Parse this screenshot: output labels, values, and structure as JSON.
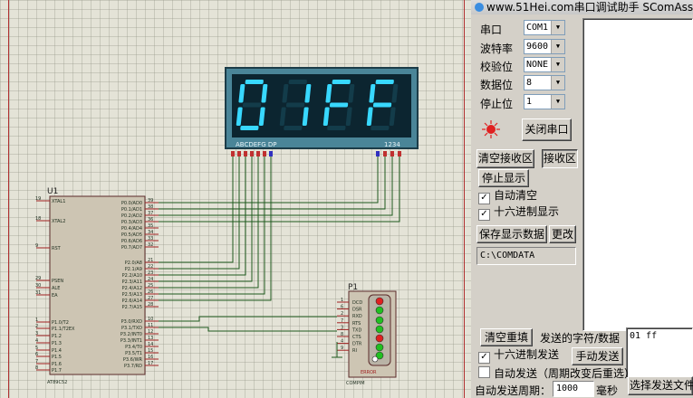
{
  "title_bar": {
    "text": "www.51Hei.com串口调试助手 SComAss"
  },
  "display": {
    "digits": [
      "0",
      "1",
      "F",
      "F"
    ],
    "segment_label": "ABCDEFG DP",
    "digit_label": "1234"
  },
  "mcu": {
    "ref": "U1",
    "part": "AT89C52",
    "left_pins": [
      {
        "num": "19",
        "name": "XTAL1"
      },
      {
        "num": "18",
        "name": "XTAL2"
      },
      {
        "num": "9",
        "name": "RST"
      },
      {
        "num": "29",
        "name": "PSEN"
      },
      {
        "num": "30",
        "name": "ALE"
      },
      {
        "num": "31",
        "name": "EA"
      },
      {
        "num": "1",
        "name": "P1.0/T2"
      },
      {
        "num": "2",
        "name": "P1.1/T2EX"
      },
      {
        "num": "3",
        "name": "P1.2"
      },
      {
        "num": "4",
        "name": "P1.3"
      },
      {
        "num": "5",
        "name": "P1.4"
      },
      {
        "num": "6",
        "name": "P1.5"
      },
      {
        "num": "7",
        "name": "P1.6"
      },
      {
        "num": "8",
        "name": "P1.7"
      }
    ],
    "right_pins": [
      {
        "num": "39",
        "name": "P0.0/AD0"
      },
      {
        "num": "38",
        "name": "P0.1/AD1"
      },
      {
        "num": "37",
        "name": "P0.2/AD2"
      },
      {
        "num": "36",
        "name": "P0.3/AD3"
      },
      {
        "num": "35",
        "name": "P0.4/AD4"
      },
      {
        "num": "34",
        "name": "P0.5/AD5"
      },
      {
        "num": "33",
        "name": "P0.6/AD6"
      },
      {
        "num": "32",
        "name": "P0.7/AD7"
      },
      {
        "num": "21",
        "name": "P2.0/A8"
      },
      {
        "num": "22",
        "name": "P2.1/A9"
      },
      {
        "num": "23",
        "name": "P2.2/A10"
      },
      {
        "num": "24",
        "name": "P2.3/A11"
      },
      {
        "num": "25",
        "name": "P2.4/A12"
      },
      {
        "num": "26",
        "name": "P2.5/A13"
      },
      {
        "num": "27",
        "name": "P2.6/A14"
      },
      {
        "num": "28",
        "name": "P2.7/A15"
      },
      {
        "num": "10",
        "name": "P3.0/RXD"
      },
      {
        "num": "11",
        "name": "P3.1/TXD"
      },
      {
        "num": "12",
        "name": "P3.2/INT0"
      },
      {
        "num": "13",
        "name": "P3.3/INT1"
      },
      {
        "num": "14",
        "name": "P3.4/T0"
      },
      {
        "num": "15",
        "name": "P3.5/T1"
      },
      {
        "num": "16",
        "name": "P3.6/WR"
      },
      {
        "num": "17",
        "name": "P3.7/RD"
      }
    ]
  },
  "compim": {
    "ref": "P1",
    "part": "COMPIM",
    "error_text": "ERROR",
    "pins": [
      {
        "num": "1",
        "name": "DCD"
      },
      {
        "num": "6",
        "name": "DSR"
      },
      {
        "num": "2",
        "name": "RXD"
      },
      {
        "num": "7",
        "name": "RTS"
      },
      {
        "num": "3",
        "name": "TXD"
      },
      {
        "num": "8",
        "name": "CTS"
      },
      {
        "num": "4",
        "name": "DTR"
      },
      {
        "num": "9",
        "name": "RI"
      }
    ]
  },
  "settings": {
    "port": {
      "label": "串口",
      "value": "COM1"
    },
    "baud": {
      "label": "波特率",
      "value": "9600"
    },
    "parity": {
      "label": "校验位",
      "value": "NONE"
    },
    "databits": {
      "label": "数据位",
      "value": "8"
    },
    "stopbits": {
      "label": "停止位",
      "value": "1"
    }
  },
  "buttons": {
    "close_port": "关闭串口",
    "clear_receive": "清空接收区",
    "receive_area": "接收区",
    "stop_display": "停止显示",
    "save_data": "保存显示数据",
    "change": "更改",
    "clear_resend": "清空重填",
    "manual_send": "手动发送",
    "select_file": "选择发送文件"
  },
  "checkboxes": {
    "auto_clear": {
      "label": "自动清空",
      "checked": true
    },
    "hex_display": {
      "label": "十六进制显示",
      "checked": true
    },
    "hex_send": {
      "label": "十六进制发送",
      "checked": true
    },
    "auto_send": {
      "label": "自动发送（周期改变后重选）",
      "checked": false
    }
  },
  "save_path": "C:\\COMDATA",
  "send_label": "发送的字符/数据",
  "send_text": "01 ff",
  "auto_period": {
    "label": "自动发送周期：",
    "value": "1000",
    "unit": "毫秒"
  },
  "colors": {
    "display_bg": "#4a8598",
    "digit_on": "#38d8ff",
    "wire": "#1e5a1e",
    "led_red": "#e02020",
    "led_green": "#20c020"
  }
}
